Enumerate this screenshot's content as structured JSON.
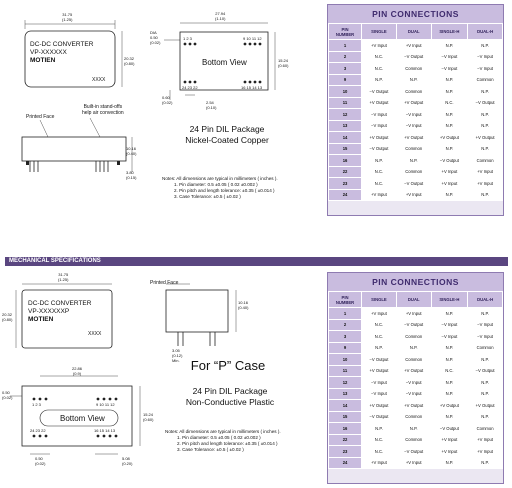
{
  "top": {
    "module": {
      "line1": "DC-DC CONVERTER",
      "line2": "VP-XXXXXX",
      "brand": "MOTIEN",
      "code": "XXXX"
    },
    "dims": {
      "width_top": "31.75",
      "width_top_in": "(1.25)",
      "height_left": "20.32",
      "height_left_in": "(0.80)",
      "pin_span": "27.94",
      "pin_span_in": "(1.10)",
      "dia": "DIA",
      "dia_val": "0.50",
      "dia_in": "(0.02)",
      "pitch": "2.54",
      "pitch_in": "(0.10)",
      "edge": "0.60",
      "edge_in": "(0.02)",
      "height_right": "15.24",
      "height_right_in": "(0.60)",
      "side_h": "10.16",
      "side_h_in": "(0.40)",
      "lead": "3.80",
      "lead_in": "(0.15)"
    },
    "pin_labels_top": "1 2 3",
    "pin_labels_top_right": "9 10 11 12",
    "pin_labels_bottom_left": "24 23 22",
    "pin_labels_bottom_right": "16 15 14 13",
    "bottom_view": "Bottom View",
    "printed_face": "Printed Face",
    "standoffs": "Built-in stand-offs\nhelp air convection",
    "caption1": "24 Pin DIL Package",
    "caption2": "Nickel-Coated Copper",
    "notes": {
      "n0": "Notes: All dimensions are typical in millimeters ( inches ).",
      "n1": "1. Pin diameter: 0.5 ±0.05 ( 0.02 ±0.002 )",
      "n2": "2. Pin pitch and length tolerance: ±0.35 ( ±0.014 )",
      "n3": "3. Case Tolerance: ±0.5 ( ±0.02 )"
    }
  },
  "mech_title": "MECHANICAL SPECIFICATIONS",
  "bottom": {
    "module": {
      "line1": "DC-DC CONVERTER",
      "line2": "VP-XXXXXXP",
      "brand": "MOTIEN",
      "code": "XXXX"
    },
    "dims": {
      "width_top": "31.75",
      "width_top_in": "(1.25)",
      "height_left": "20.32",
      "height_left_in": "(0.80)",
      "span": "22.86",
      "span_in": "(0.9)",
      "edge_l": "0.50",
      "edge_l_in": "(0.02)",
      "height_right": "15.24",
      "height_right_in": "(0.60)",
      "side_h": "10.16",
      "side_h_in": "(0.40)",
      "lead": "3.05",
      "lead_in": "(0.12)",
      "lead_min": "Min.",
      "dia": "0.50",
      "dia_in": "(0.02)",
      "pitch": "5.08",
      "pitch_in": "(0.20)"
    },
    "pin_labels_top": "1 2 3",
    "pin_labels_top_right": "9 10 11 12",
    "pin_labels_bottom_left": "24 23 22",
    "pin_labels_bottom_right": "16 15 14 13",
    "bottom_view": "Bottom View",
    "printed_face": "Printed Face",
    "case_title": "For “P” Case",
    "caption1": "24 Pin DIL Package",
    "caption2": "Non-Conductive Plastic",
    "notes": {
      "n0": "Notes: All dimensions are typical in millimeters ( inches ).",
      "n1": "1. Pin diameter: 0.5 ±0.05 ( 0.02 ±0.002 )",
      "n2": "2. Pin pitch and length tolerance: ±0.35 ( ±0.014 )",
      "n3": "3. Case Tolerance: ±0.5 ( ±0.02 )"
    }
  },
  "pin_table": {
    "title": "PIN CONNECTIONS",
    "headers": [
      "PIN\nNUMBER",
      "SINGLE",
      "DUAL",
      "SINGLE-H",
      "DUAL-H"
    ],
    "rows": [
      [
        "1",
        "+V Input",
        "+V Input",
        "N.P.",
        "N.P."
      ],
      [
        "2",
        "N.C.",
        "−V Output",
        "−V Input",
        "−V Input"
      ],
      [
        "3",
        "N.C.",
        "Common",
        "−V Input",
        "−V Input"
      ],
      [
        "9",
        "N.P.",
        "N.P.",
        "N.P.",
        "Common"
      ],
      [
        "10",
        "−V Output",
        "Common",
        "N.P.",
        "N.P."
      ],
      [
        "11",
        "+V Output",
        "+V Output",
        "N.C.",
        "−V Output"
      ],
      [
        "12",
        "−V Input",
        "−V Input",
        "N.P.",
        "N.P."
      ],
      [
        "13",
        "−V Input",
        "−V Input",
        "N.P.",
        "N.P."
      ],
      [
        "14",
        "+V Output",
        "+V Output",
        "+V Output",
        "+V Output"
      ],
      [
        "15",
        "−V Output",
        "Common",
        "N.P.",
        "N.P."
      ],
      [
        "16",
        "N.P.",
        "N.P.",
        "−V Output",
        "Common"
      ],
      [
        "22",
        "N.C.",
        "Common",
        "+V Input",
        "+V Input"
      ],
      [
        "23",
        "N.C.",
        "−V Output",
        "+V Input",
        "+V Input"
      ],
      [
        "24",
        "+V Input",
        "+V Input",
        "N.P.",
        "N.P."
      ]
    ]
  }
}
